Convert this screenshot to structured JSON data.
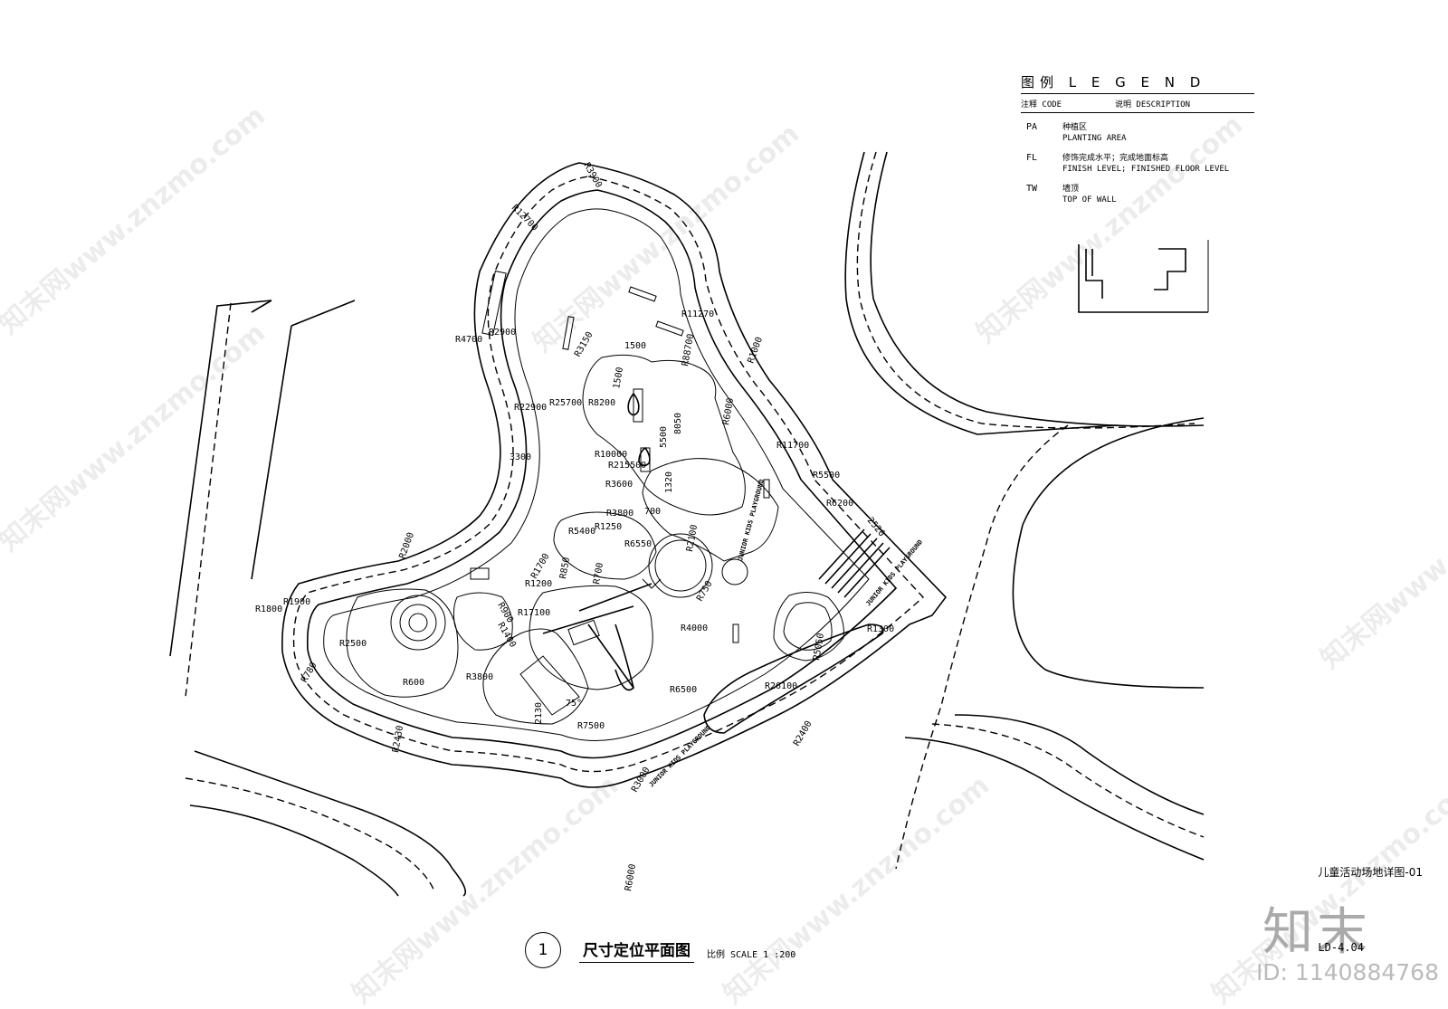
{
  "legend": {
    "title": "图例  L E G E N D",
    "header_code": "注释 CODE",
    "header_desc": "说明  DESCRIPTION",
    "items": [
      {
        "code": "PA",
        "cn": "种植区",
        "en": "PLANTING AREA"
      },
      {
        "code": "FL",
        "cn": "修饰完成水平；完成地面标高",
        "en": "FINISH LEVEL; FINISHED FLOOR LEVEL"
      },
      {
        "code": "TW",
        "cn": "墙顶",
        "en": "TOP OF WALL"
      }
    ]
  },
  "title": {
    "number": "1",
    "main": "尺寸定位平面图",
    "scale": "比例 SCALE 1 :200"
  },
  "sheet": {
    "name": "儿童活动场地详图-01",
    "number": "LD-4.04",
    "logo": "知末",
    "id": "ID: 1140884768"
  },
  "watermark": "知末网www.znzmo.com",
  "dimensions": [
    "R3900",
    "R12700",
    "R4700",
    "R2900",
    "R22900",
    "R25700",
    "R3150",
    "R8200",
    "R11270",
    "R88700",
    "R6000",
    "R1000",
    "R10000",
    "R215500",
    "R3600",
    "R3800",
    "R6550",
    "R5400",
    "R850",
    "R1250",
    "R700",
    "R2000",
    "R1800",
    "R1900",
    "R2500",
    "R1700",
    "R1200",
    "R17100",
    "R900",
    "R1400",
    "R2100",
    "R750",
    "R4000",
    "R6500",
    "R7500",
    "R6200",
    "R5500",
    "R11700",
    "R1300",
    "R26100",
    "R5050",
    "R600",
    "R3800",
    "R2430",
    "R6000",
    "R3000",
    "R2400",
    "R780",
    "1500",
    "1500",
    "5500",
    "8050",
    "1320",
    "700",
    "2130",
    "75°",
    "3300",
    "2520"
  ],
  "playground_labels": [
    "JUNIOR KIDS PLAYGROUND",
    "JUNIOR KIDS PLAYGROUND",
    "JUNIOR KIDS PLAYGROUND"
  ]
}
